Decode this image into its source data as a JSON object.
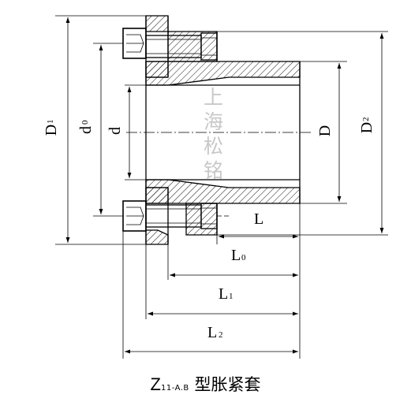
{
  "dimensions": {
    "D1": {
      "main": "D",
      "sub": "1"
    },
    "d0": {
      "main": "d",
      "sub": "0"
    },
    "d": {
      "main": "d",
      "sub": ""
    },
    "D": {
      "main": "D",
      "sub": ""
    },
    "D2": {
      "main": "D",
      "sub": "2"
    },
    "L": {
      "main": "L",
      "sub": ""
    },
    "L0": {
      "main": "L",
      "sub": "0"
    },
    "L1": {
      "main": "L",
      "sub": "1"
    },
    "L2": {
      "main": "L",
      "sub": "2"
    }
  },
  "watermark": [
    "上",
    "海",
    "松",
    "铭"
  ],
  "caption": {
    "prefix": "Z",
    "sub": "11-A.B",
    "text": "型胀紧套"
  }
}
